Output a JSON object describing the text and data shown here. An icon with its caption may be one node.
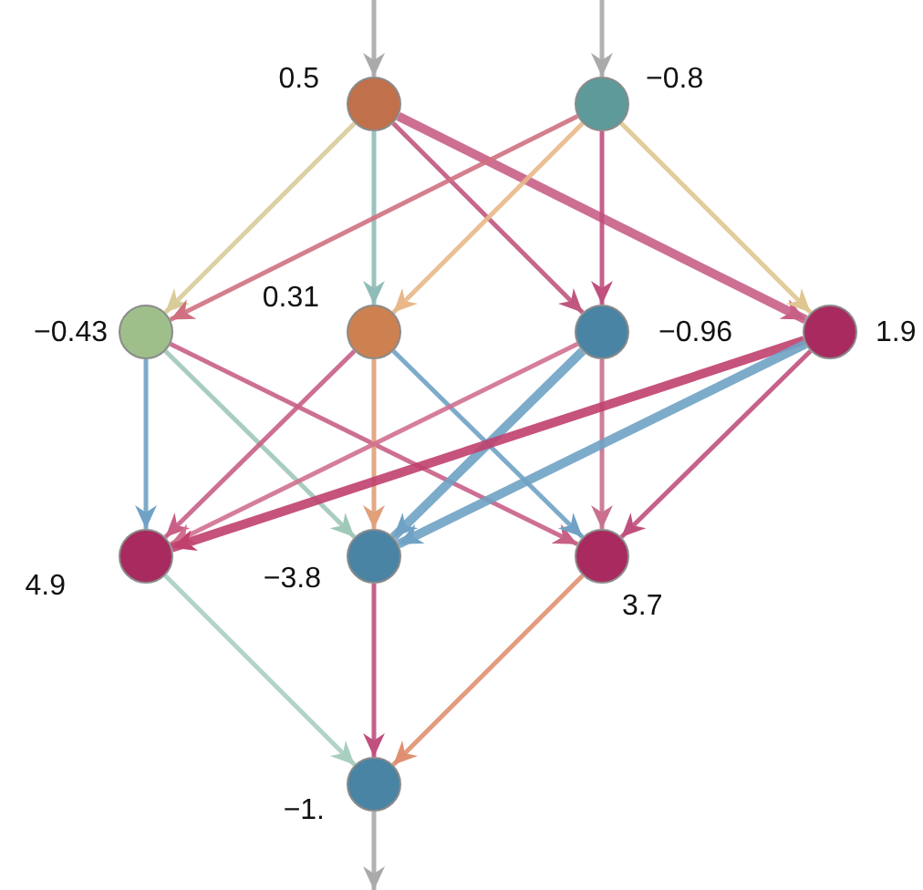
{
  "diagram": {
    "nodes": [
      {
        "text": [],
        "shape": "circle",
        "beside": [
          "0.5"
        ]
      },
      {
        "text": [],
        "shape": "circle",
        "beside": [
          "−0.8"
        ]
      },
      {
        "text": [],
        "shape": "circle",
        "beside": [
          "−0.43"
        ]
      },
      {
        "text": [],
        "shape": "circle",
        "beside": [
          "0.31"
        ]
      },
      {
        "text": [],
        "shape": "circle",
        "beside": [
          "−0.96"
        ]
      },
      {
        "text": [],
        "shape": "circle",
        "beside": [
          "1.9"
        ]
      },
      {
        "text": [],
        "shape": "circle",
        "beside": [
          "4.9"
        ]
      },
      {
        "text": [],
        "shape": "circle",
        "beside": [
          "−3.8"
        ]
      },
      {
        "text": [],
        "shape": "circle",
        "beside": [
          "3.7"
        ]
      },
      {
        "text": [],
        "shape": "circle",
        "beside": [
          "−1."
        ]
      }
    ],
    "edges": [
      {
        "from": null,
        "to": 0,
        "arrow": "to",
        "color": "#aaaaaa"
      },
      {
        "from": null,
        "to": 1,
        "arrow": "to",
        "color": "#aaaaaa"
      },
      {
        "from": 0,
        "to": 2,
        "arrow": "to",
        "color": "#d8cc9a"
      },
      {
        "from": 0,
        "to": 3,
        "arrow": "to",
        "color": "#8fbcb8"
      },
      {
        "from": 0,
        "to": 4,
        "arrow": "to",
        "color": "#c0577e"
      },
      {
        "from": 0,
        "to": 5,
        "arrow": "to",
        "style": "thick",
        "color": "#c85f87"
      },
      {
        "from": 1,
        "to": 2,
        "arrow": "to",
        "color": "#d07080"
      },
      {
        "from": 1,
        "to": 3,
        "arrow": "to",
        "color": "#e8b88a"
      },
      {
        "from": 1,
        "to": 4,
        "arrow": "to",
        "color": "#c0507e"
      },
      {
        "from": 1,
        "to": 5,
        "arrow": "to",
        "color": "#e0c690"
      },
      {
        "from": 2,
        "to": 6,
        "arrow": "to",
        "color": "#6fa2c4"
      },
      {
        "from": 2,
        "to": 7,
        "arrow": "to",
        "color": "#9fc8b8"
      },
      {
        "from": 2,
        "to": 8,
        "arrow": "to",
        "color": "#c85f87"
      },
      {
        "from": 3,
        "to": 6,
        "arrow": "to",
        "color": "#c85f87"
      },
      {
        "from": 3,
        "to": 7,
        "arrow": "to",
        "color": "#e0a07a"
      },
      {
        "from": 3,
        "to": 8,
        "arrow": "to",
        "color": "#6fa2c4"
      },
      {
        "from": 4,
        "to": 6,
        "arrow": "to",
        "color": "#d0708e"
      },
      {
        "from": 4,
        "to": 7,
        "arrow": "to",
        "style": "thick",
        "color": "#6fa2c4"
      },
      {
        "from": 4,
        "to": 8,
        "arrow": "to",
        "color": "#c8708e"
      },
      {
        "from": 5,
        "to": 6,
        "arrow": "to",
        "style": "thick",
        "color": "#c0406e"
      },
      {
        "from": 5,
        "to": 7,
        "arrow": "to",
        "style": "thick",
        "color": "#6fa2c4"
      },
      {
        "from": 5,
        "to": 8,
        "arrow": "to",
        "color": "#c0507e"
      },
      {
        "from": 6,
        "to": 9,
        "arrow": "to",
        "color": "#a8cfc0"
      },
      {
        "from": 7,
        "to": 9,
        "arrow": "to",
        "color": "#c0507e"
      },
      {
        "from": 8,
        "to": 9,
        "arrow": "to",
        "color": "#e09070"
      },
      {
        "from": 9,
        "to": null,
        "arrow": "to",
        "color": "#aaaaaa"
      }
    ]
  }
}
